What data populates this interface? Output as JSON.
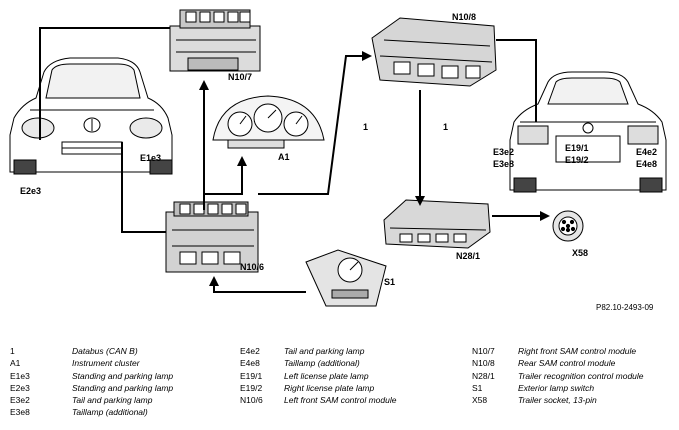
{
  "diagram": {
    "labels": {
      "n10_7": "N10/7",
      "n10_8": "N10/8",
      "a1": "A1",
      "e1e3": "E1e3",
      "e2e3": "E2e3",
      "bus_left": "1",
      "bus_right": "1",
      "e3e2": "E3e2",
      "e3e8": "E3e8",
      "e19_1": "E19/1",
      "e19_2": "E19/2",
      "e4e2": "E4e2",
      "e4e8": "E4e8",
      "n10_6": "N10/6",
      "s1": "S1",
      "n28_1": "N28/1",
      "x58": "X58"
    },
    "reference": "P82.10-2493-09"
  },
  "legend": {
    "col1": [
      {
        "code": "1",
        "desc": "Databus (CAN B)"
      },
      {
        "code": "A1",
        "desc": "Instrument cluster"
      },
      {
        "code": "E1e3",
        "desc": "Standing and parking lamp"
      },
      {
        "code": "E2e3",
        "desc": "Standing and parking lamp"
      },
      {
        "code": "E3e2",
        "desc": "Tail and parking lamp"
      },
      {
        "code": "E3e8",
        "desc": "Taillamp (additional)"
      }
    ],
    "col2": [
      {
        "code": "E4e2",
        "desc": "Tail and parking lamp"
      },
      {
        "code": "E4e8",
        "desc": "Taillamp (additional)"
      },
      {
        "code": "E19/1",
        "desc": "Left license plate lamp"
      },
      {
        "code": "E19/2",
        "desc": "Right license plate lamp"
      },
      {
        "code": "N10/6",
        "desc": "Left front SAM control module"
      }
    ],
    "col3": [
      {
        "code": "N10/7",
        "desc": "Right front SAM control module"
      },
      {
        "code": "N10/8",
        "desc": "Rear SAM control module"
      },
      {
        "code": "N28/1",
        "desc": "Trailer recognition control module"
      },
      {
        "code": "S1",
        "desc": "Exterior lamp switch"
      },
      {
        "code": "X58",
        "desc": "Trailer socket, 13-pin"
      }
    ]
  }
}
